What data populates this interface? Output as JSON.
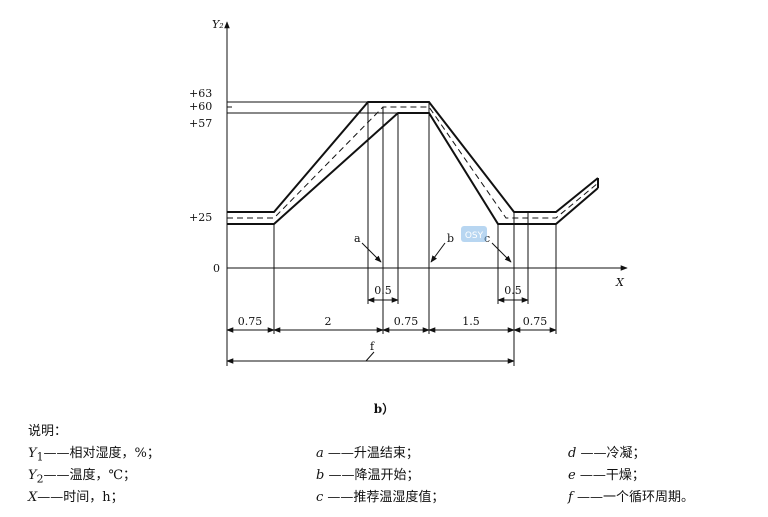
{
  "diagram": {
    "y_axis_label": "Y₂",
    "x_axis_label": "X",
    "y_ticks": [
      "+63",
      "+60",
      "+57",
      "+25",
      "0"
    ],
    "segments_top": [
      "0.5",
      "0.5"
    ],
    "segments_bottom": [
      "0.75",
      "2",
      "0.75",
      "1.5",
      "0.75"
    ],
    "cycle_label": "f",
    "callouts": [
      "a",
      "b",
      "c"
    ],
    "watermark": "OSY"
  },
  "caption": "b）",
  "legend": {
    "title": "说明：",
    "rows": [
      [
        {
          "sym": "Y",
          "sub": "1",
          "text": "——相对湿度，%；"
        },
        {
          "sym": "a",
          "sub": "",
          "text": " ——升温结束；"
        },
        {
          "sym": "d",
          "sub": "",
          "text": " ——冷凝；"
        }
      ],
      [
        {
          "sym": "Y",
          "sub": "2",
          "text": "——温度，℃；"
        },
        {
          "sym": "b",
          "sub": "",
          "text": " ——降温开始；"
        },
        {
          "sym": "e",
          "sub": "",
          "text": " ——干燥；"
        }
      ],
      [
        {
          "sym": "X",
          "sub": "",
          "text": "——时间，h；"
        },
        {
          "sym": "c",
          "sub": "",
          "text": " ——推荐温湿度值；"
        },
        {
          "sym": "f",
          "sub": "",
          "text": " ——一个循环周期。"
        }
      ]
    ]
  },
  "colors": {
    "line": "#111111",
    "watermark": "#7fb6e6"
  }
}
